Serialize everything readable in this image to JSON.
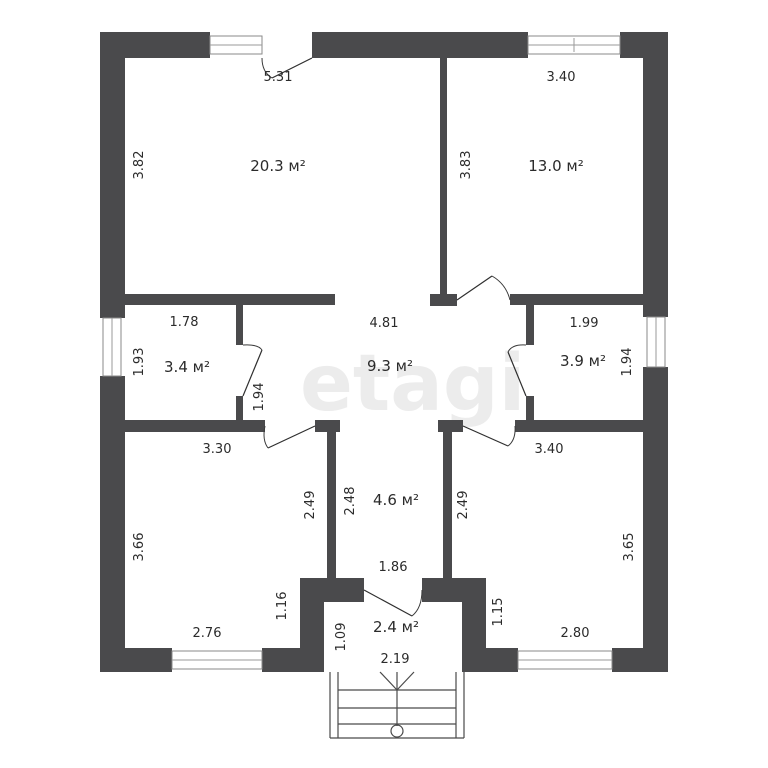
{
  "watermark": "etagi",
  "rooms": {
    "living_room": {
      "area": "20.3 м²",
      "width": "5.31",
      "height": "3.82"
    },
    "bedroom_ne": {
      "area": "13.0 м²",
      "width": "3.40",
      "height": "3.83"
    },
    "hall": {
      "area": "9.3 м²",
      "width": "4.81",
      "depth": "1.94"
    },
    "room_w": {
      "area": "3.4 м²",
      "width": "1.78",
      "height": "1.93"
    },
    "room_e": {
      "area": "3.9 м²",
      "width": "1.99",
      "height": "1.94"
    },
    "bedroom_sw": {
      "width_top": "3.30",
      "height": "3.66",
      "side": "2.49",
      "width_bottom": "2.76",
      "notch": "1.16"
    },
    "corridor": {
      "area": "4.6 м²",
      "height": "2.48",
      "width": "1.86"
    },
    "bedroom_se": {
      "width_top": "3.40",
      "height": "3.65",
      "side": "2.49",
      "width_bottom": "2.80",
      "notch": "1.15"
    },
    "vestibule": {
      "area": "2.4 м²",
      "height": "1.09",
      "width": "2.19"
    }
  }
}
